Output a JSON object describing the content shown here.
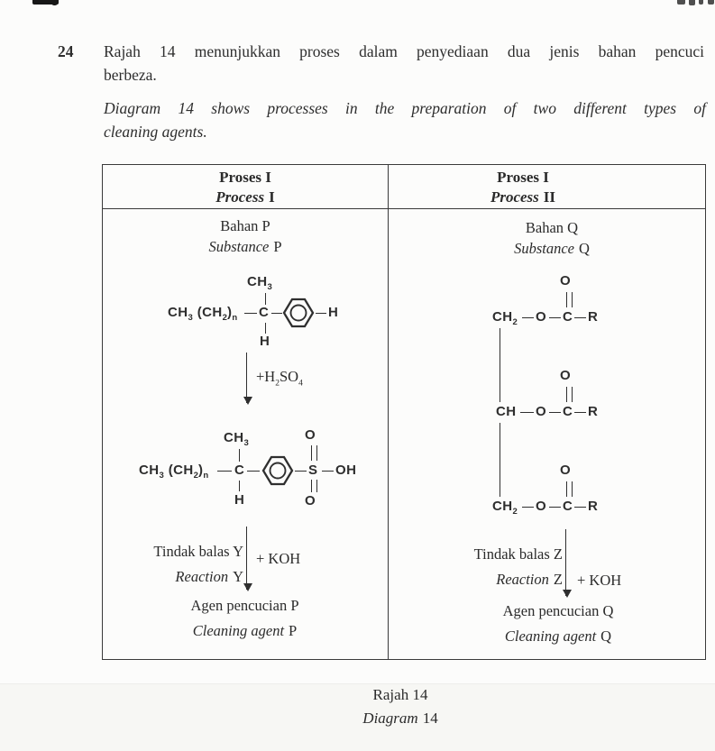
{
  "question": {
    "number": "24",
    "malay_line1": "Rajah 14 menunjukkan proses dalam penyediaan dua jenis bahan pencuci",
    "malay_line2": "berbeza.",
    "english_line1": "Diagram 14 shows processes in the preparation of two different types of",
    "english_line2": "cleaning agents."
  },
  "table": {
    "process1": {
      "header_ms": "Proses I",
      "header_en": "Process",
      "header_en_num": "I",
      "substance_ms": "Bahan P",
      "substance_en": "Substance",
      "substance_letter": "P",
      "reaction_ms": "Tindak balas Y",
      "reaction_en": "Reaction",
      "reaction_letter": "Y",
      "koh": "+ KOH",
      "product_ms": "Agen pencucian P",
      "product_en": "Cleaning agent",
      "product_letter": "P"
    },
    "process2": {
      "header_ms": "Proses I",
      "header_en": "Process",
      "header_en_num": "II",
      "substance_ms": "Bahan Q",
      "substance_en": "Substance",
      "substance_letter": "Q",
      "reaction_ms": "Tindak balas Z",
      "reaction_en": "Reaction",
      "reaction_letter": "Z",
      "koh": "+ KOH",
      "product_ms": "Agen pencucian Q",
      "product_en": "Cleaning agent",
      "product_letter": "Q"
    }
  },
  "chem": {
    "ch": "CH",
    "c": "C",
    "h": "H",
    "o": "O",
    "s": "S",
    "r": "R",
    "oh": "OH",
    "sub3": "3",
    "sub2": "2",
    "subn": "n",
    "open_ch": "(CH",
    "close_paren": ")",
    "h2so4_p1": "+H",
    "h2so4_s1": "2",
    "h2so4_p2": "SO",
    "h2so4_s2": "4"
  },
  "caption": {
    "ms": "Rajah 14",
    "en": "Diagram",
    "en_num": "14"
  }
}
